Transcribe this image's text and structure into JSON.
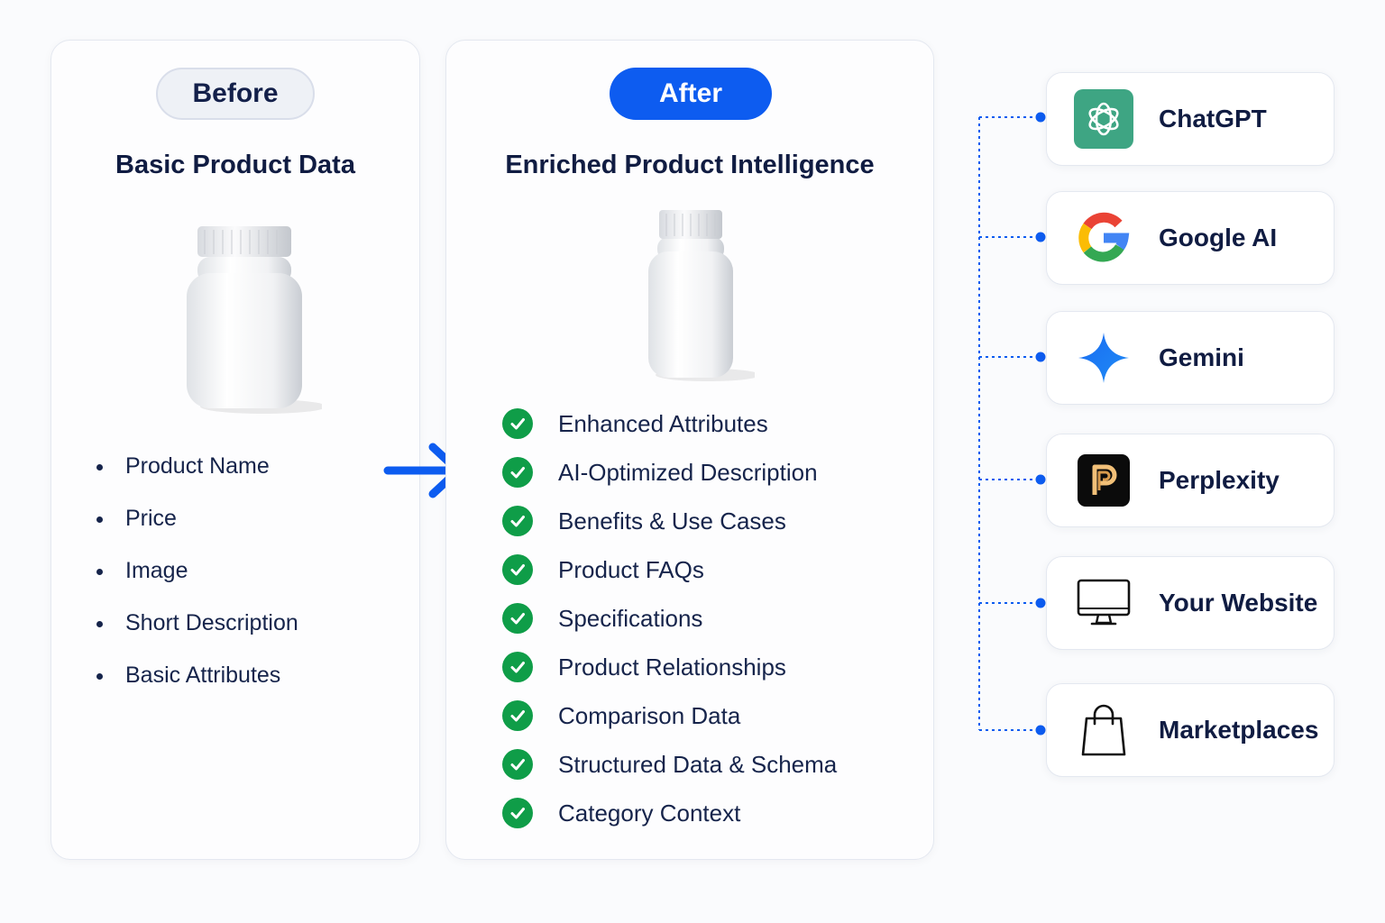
{
  "before": {
    "badge": "Before",
    "title": "Basic Product Data",
    "items": [
      "Product Name",
      "Price",
      "Image",
      "Short Description",
      "Basic Attributes"
    ]
  },
  "after": {
    "badge": "After",
    "title": "Enriched Product Intelligence",
    "items": [
      "Enhanced Attributes",
      "AI-Optimized Description",
      "Benefits & Use Cases",
      "Product FAQs",
      "Specifications",
      "Product Relationships",
      "Comparison Data",
      "Structured Data & Schema",
      "Category Context"
    ]
  },
  "targets": [
    {
      "label": "ChatGPT",
      "icon": "chatgpt-logo-icon"
    },
    {
      "label": "Google AI",
      "icon": "google-g-icon"
    },
    {
      "label": "Gemini",
      "icon": "gemini-sparkle-icon"
    },
    {
      "label": "Perplexity",
      "icon": "perplexity-logo-icon"
    },
    {
      "label": "Your Website",
      "icon": "monitor-icon"
    },
    {
      "label": "Marketplaces",
      "icon": "shopping-bag-icon"
    }
  ],
  "colors": {
    "accent": "#0d5cf0",
    "check": "#0f9d48",
    "text": "#101c42",
    "chatgpt": "#3ea583",
    "perplexity": "#0b0b0b"
  }
}
